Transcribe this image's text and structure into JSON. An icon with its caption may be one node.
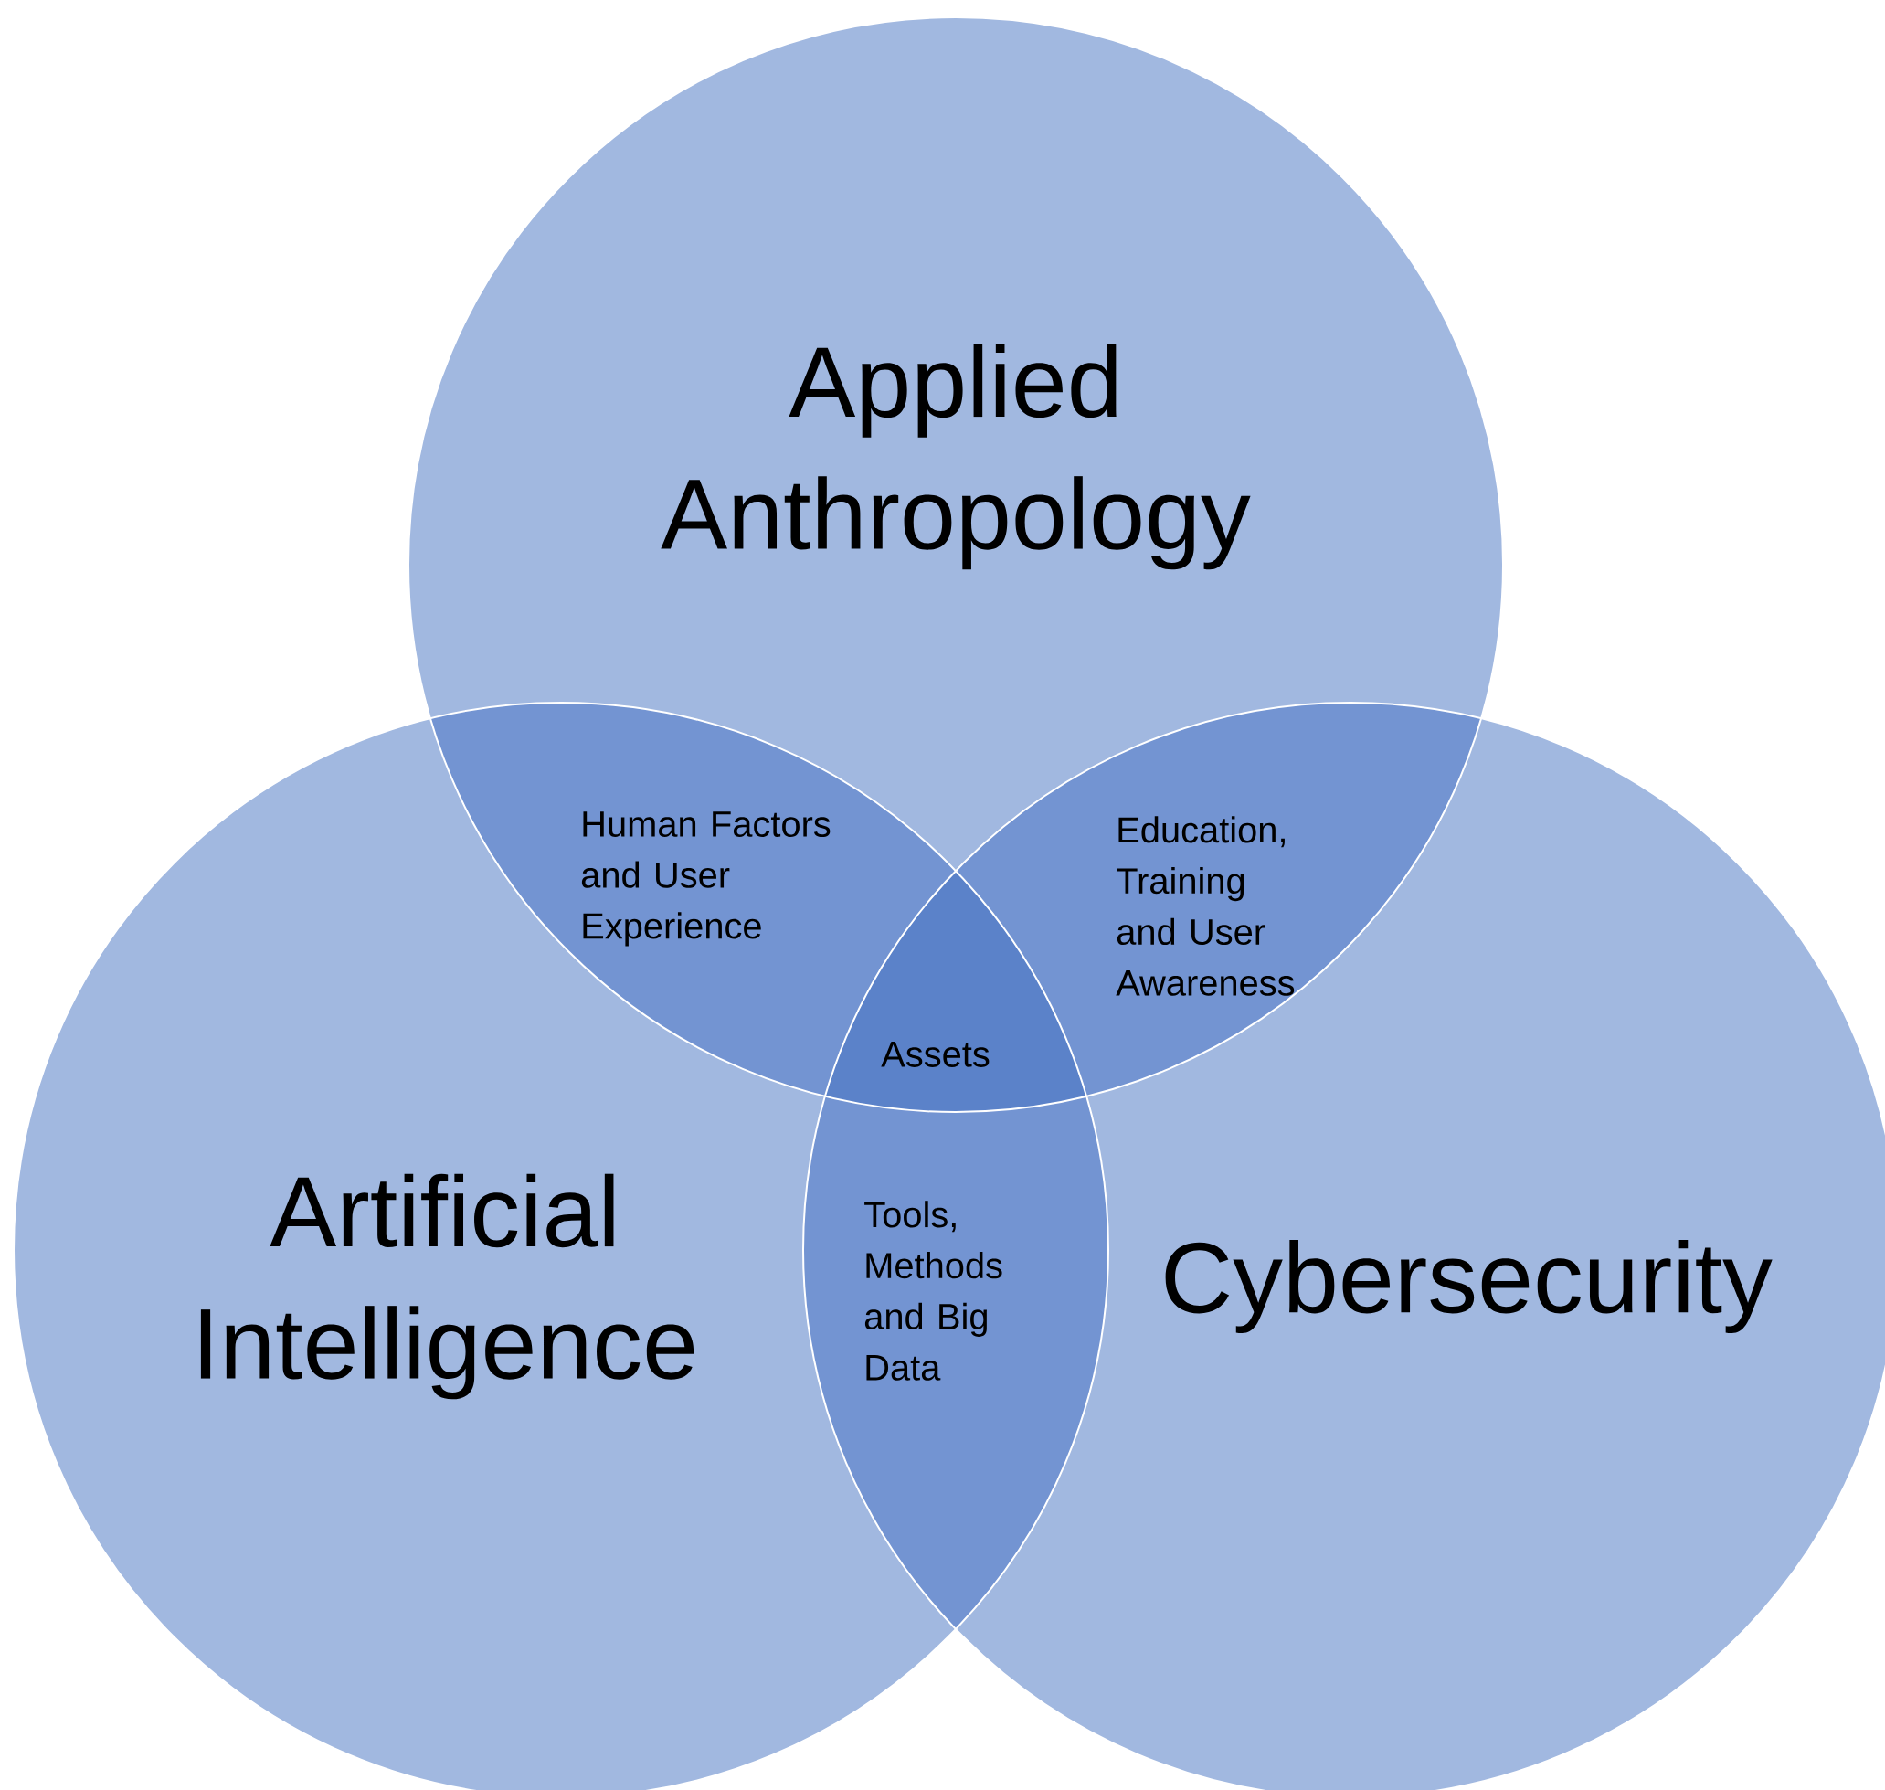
{
  "diagram": {
    "nodes": [
      {
        "text": [
          "Applied Anthropology"
        ]
      },
      {
        "text": [
          "Artificial Intelligence"
        ]
      },
      {
        "text": [
          "Cybersecurity"
        ]
      }
    ],
    "labels": [
      "Human Factors and User Experience",
      "Education, Training and User Awareness",
      "Assets",
      "Tools, Methods and Big Data"
    ]
  }
}
